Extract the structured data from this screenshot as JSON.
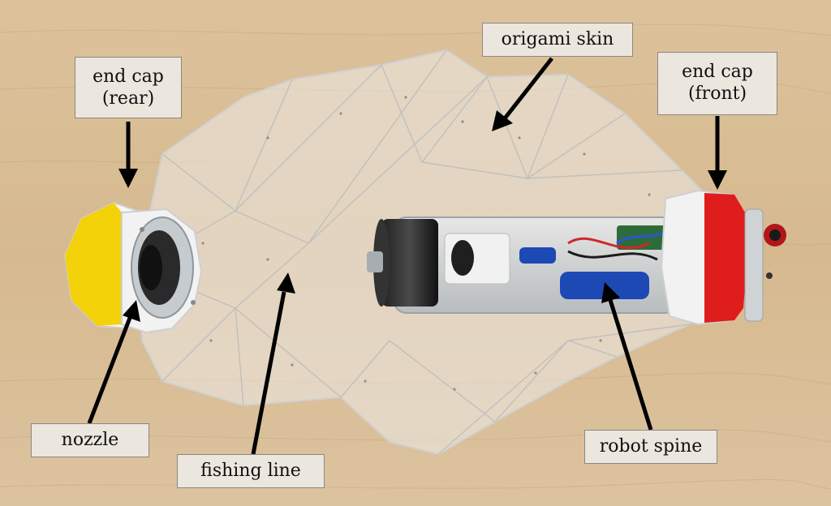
{
  "labels": {
    "end_cap_rear": {
      "line1": "end cap",
      "line2": "(rear)"
    },
    "end_cap_front": {
      "line1": "end cap",
      "line2": "(front)"
    },
    "origami_skin": "origami skin",
    "nozzle": "nozzle",
    "fishing_line": "fishing line",
    "robot_spine": "robot spine"
  },
  "colors": {
    "background_wood": "#d9bf97",
    "label_fill": "#ebe6de",
    "arrow": "#000000",
    "rear_cap_accent": "#f4d20a",
    "front_cap_accent": "#e01d1d",
    "battery": "#1d49b5"
  }
}
